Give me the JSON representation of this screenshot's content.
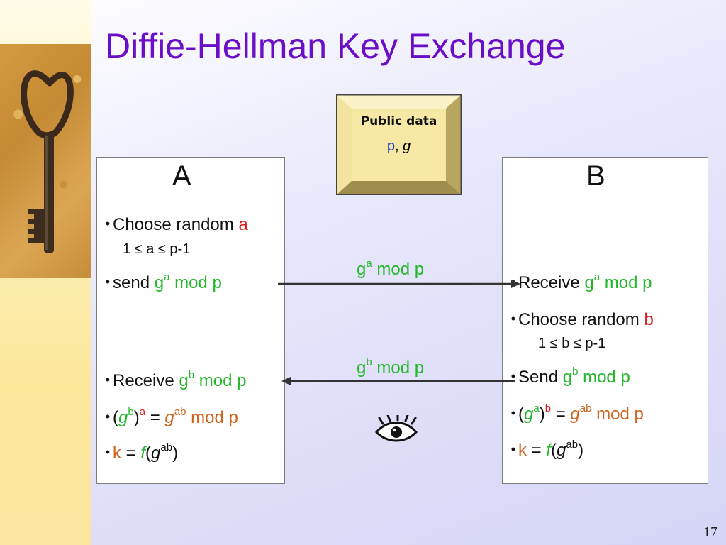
{
  "slide": {
    "title": "Diffie-Hellman Key Exchange",
    "page_number": "17"
  },
  "public_data": {
    "label": "Public data",
    "p": "p",
    "sep": ", ",
    "g": "g"
  },
  "party_a": {
    "label": "A",
    "items": {
      "choose": {
        "text": "Choose random ",
        "var": "a",
        "range": "1 ≤ a ≤ p-1"
      },
      "send": {
        "text": "send ",
        "g": "g",
        "exp": "a",
        "rest": " mod p"
      },
      "receive": {
        "text": "Receive ",
        "g": "g",
        "exp": "b",
        "rest": " mod p"
      },
      "compute": {
        "open": "(",
        "g": "g",
        "inner_exp": "b",
        "close": ")",
        "outer_exp": "a",
        "eq": " = ",
        "g2": "g",
        "exp2": "ab",
        "rest": " mod p"
      },
      "key": {
        "k": "k",
        "eq": " = ",
        "f": "f",
        "open": "(",
        "g": "g",
        "exp": "ab",
        "close": ")"
      }
    }
  },
  "party_b": {
    "label": "B",
    "items": {
      "receive": {
        "text": "Receive ",
        "g": "g",
        "exp": "a",
        "rest": " mod p"
      },
      "choose": {
        "text": "Choose random ",
        "var": "b",
        "range": "1 ≤ b ≤ p-1"
      },
      "send": {
        "text": "Send ",
        "g": "g",
        "exp": "b",
        "rest": " mod p"
      },
      "compute": {
        "open": "(",
        "g": "g",
        "inner_exp": "a",
        "close": ")",
        "outer_exp": "b",
        "eq": " = ",
        "g2": "g",
        "exp2": "ab",
        "rest": " mod p"
      },
      "key": {
        "k": "k",
        "eq": " = ",
        "f": "f",
        "open": "(",
        "g": "g",
        "exp": "ab",
        "close": ")"
      }
    }
  },
  "messages": {
    "a_to_b": {
      "g": "g",
      "exp": "a",
      "rest": " mod p"
    },
    "b_to_a": {
      "g": "g",
      "exp": "b",
      "rest": " mod p"
    }
  },
  "icons": {
    "key": "key-photo-icon",
    "eavesdropper": "eye-icon"
  },
  "colors": {
    "title": "#6a0ec8",
    "green": "#22b829",
    "red": "#e01b1b",
    "orange": "#d0621c",
    "blue": "#1636c9"
  }
}
